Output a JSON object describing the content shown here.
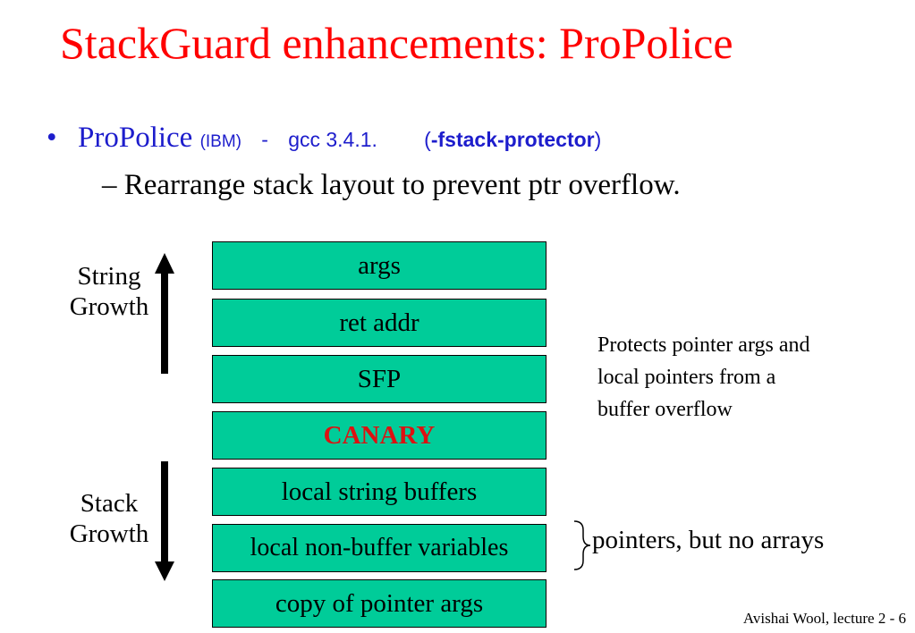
{
  "title": "StackGuard enhancements:  ProPolice",
  "bullet": {
    "name": "ProPolice",
    "org": "(IBM)",
    "sep": "-",
    "gcc": "gcc 3.4.1.",
    "flag_open": "(",
    "flag": "-fstack-protector",
    "flag_close": ")"
  },
  "sub_bullet": "– Rearrange stack layout to prevent ptr overflow.",
  "stack": [
    "args",
    "ret addr",
    "SFP",
    "CANARY",
    "local string buffers",
    "local non-buffer variables",
    "copy of pointer args"
  ],
  "labels": {
    "string_growth": [
      "String",
      "Growth"
    ],
    "stack_growth": [
      "Stack",
      "Growth"
    ]
  },
  "note": [
    "Protects pointer args and",
    "local pointers from a",
    "buffer overflow"
  ],
  "brace_note": "pointers, but no arrays",
  "footer": "Avishai Wool,    lecture 2  - 6",
  "colors": {
    "title": "#ff0000",
    "bullet": "#1d1dcc",
    "box_fill": "#00cc99",
    "canary_text": "#dd1111"
  }
}
